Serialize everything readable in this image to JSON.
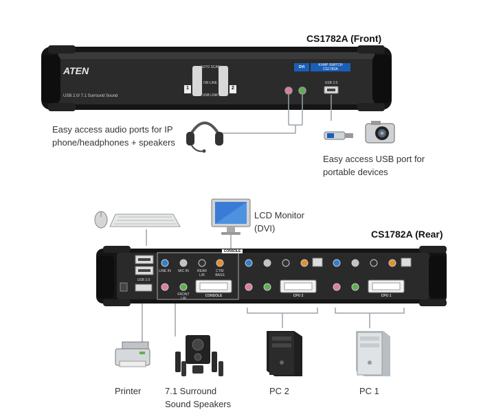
{
  "front": {
    "title": "CS1782A (Front)",
    "brand": "ATEN",
    "sub_brand": "USB 2.0/ 7.1 Surround Sound",
    "dvi_badge": "DVI",
    "model_line1": "KVMP SWITCH",
    "model_line2": "CS1782A",
    "port_labels": {
      "auto_scan": "AUTO SCAN",
      "on_line": "ON LINE",
      "usb_link": "USB LINK",
      "usb": "USB 2.0",
      "one": "1",
      "two": "2"
    },
    "audio_caption": "Easy access audio ports for IP phone/headphones + speakers",
    "usb_caption": "Easy access USB port for portable devices"
  },
  "rear": {
    "title": "CS1782A (Rear)",
    "monitor_label": "LCD Monitor (DVI)",
    "port_labels": {
      "console": "CONSOLE",
      "cpu2": "CPU 2",
      "cpu1": "CPU 1",
      "line_in": "LINE IN",
      "mic": "MIC IN",
      "rear": "REAR L/R",
      "ctr": "CTR/ BASS",
      "front": "FRONT L/R",
      "usb": "USB 2.0",
      "console_tag": "CONSOLE"
    },
    "devices": {
      "printer": "Printer",
      "speakers": "7.1 Surround Sound Speakers",
      "pc2": "PC 2",
      "pc1": "PC 1"
    }
  },
  "colors": {
    "device_body": "#1c1c1c",
    "connector_line": "#9aa3ab",
    "jack_blue": "#2d7fd0",
    "jack_pink": "#e07aa0",
    "jack_green": "#5fae4e",
    "jack_orange": "#e0902a",
    "jack_grey": "#bfc3c7",
    "jack_black": "#333333",
    "dvi_blue": "#1a5eb8"
  },
  "icons": [
    "headphones-icon",
    "usb-stick-icon",
    "camera-icon",
    "mouse-icon",
    "keyboard-icon",
    "monitor-icon",
    "printer-icon",
    "speakers-icon",
    "pc-tower-icon"
  ]
}
